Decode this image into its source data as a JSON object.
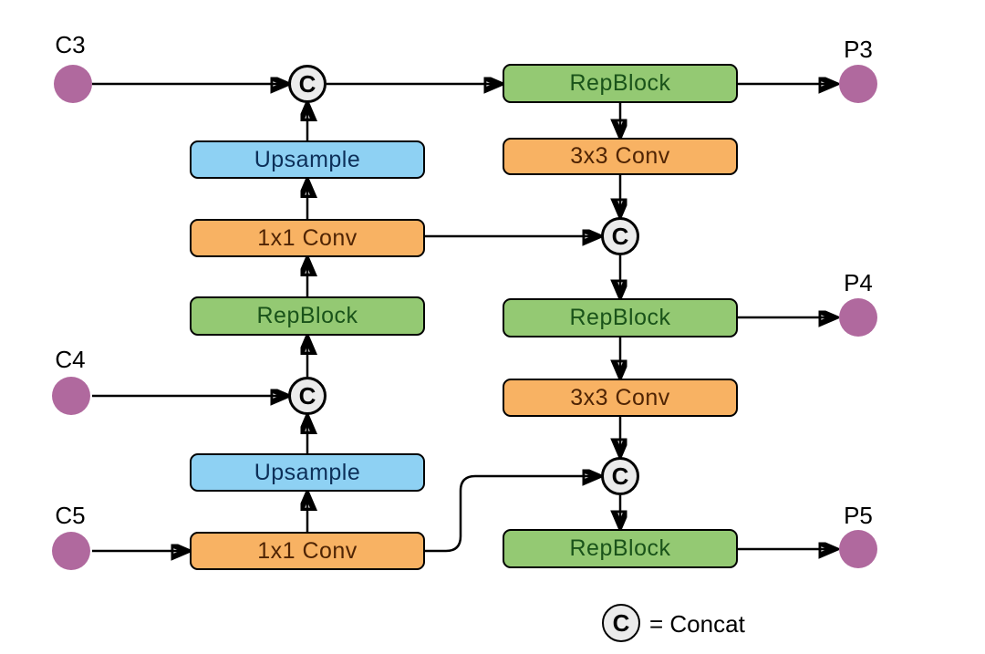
{
  "colors": {
    "bg": "#ffffff",
    "line": "#000000",
    "node-purple": "#b0699e",
    "block-green": "#94c973",
    "block-green-text": "#1a531a",
    "block-orange": "#f8b263",
    "block-orange-text": "#4f2404",
    "block-blue": "#8ed1f3",
    "block-blue-text": "#0d3059",
    "concat-fill": "#ebebeb"
  },
  "nodes": {
    "c3": "C3",
    "c4": "C4",
    "c5": "C5",
    "p3": "P3",
    "p4": "P4",
    "p5": "P5",
    "upsample_top": "Upsample",
    "upsample_bottom": "Upsample",
    "conv1x1_top": "1x1 Conv",
    "conv1x1_bottom": "1x1 Conv",
    "repblock_left": "RepBlock",
    "repblock_p3": "RepBlock",
    "repblock_p4": "RepBlock",
    "repblock_p5": "RepBlock",
    "conv3x3_top": "3x3 Conv",
    "conv3x3_bottom": "3x3 Conv",
    "concat": "C"
  },
  "legend": {
    "symbol": "C",
    "text": "= Concat"
  },
  "structure": {
    "edges": [
      "C3 -> Concat(top-left)",
      "Upsample(top) -> Concat(top-left)",
      "1x1 Conv(top) -> Upsample(top)",
      "RepBlock(left) -> 1x1 Conv(top)",
      "Concat(C4 row) -> RepBlock(left)",
      "C4 -> Concat(C4 row)",
      "Upsample(bottom) -> Concat(C4 row)",
      "1x1 Conv(bottom) -> Upsample(bottom)",
      "C5 -> 1x1 Conv(bottom)",
      "Concat(top-left) -> RepBlock(P3)",
      "RepBlock(P3) -> P3",
      "RepBlock(P3) -> 3x3 Conv(top)",
      "3x3 Conv(top) -> Concat(mid-right)",
      "1x1 Conv(top) -> Concat(mid-right)",
      "Concat(mid-right) -> RepBlock(P4)",
      "RepBlock(P4) -> P4",
      "RepBlock(P4) -> 3x3 Conv(bottom)",
      "3x3 Conv(bottom) -> Concat(bottom-right)",
      "1x1 Conv(bottom) -> Concat(bottom-right)",
      "Concat(bottom-right) -> RepBlock(P5)",
      "RepBlock(P5) -> P5"
    ]
  }
}
